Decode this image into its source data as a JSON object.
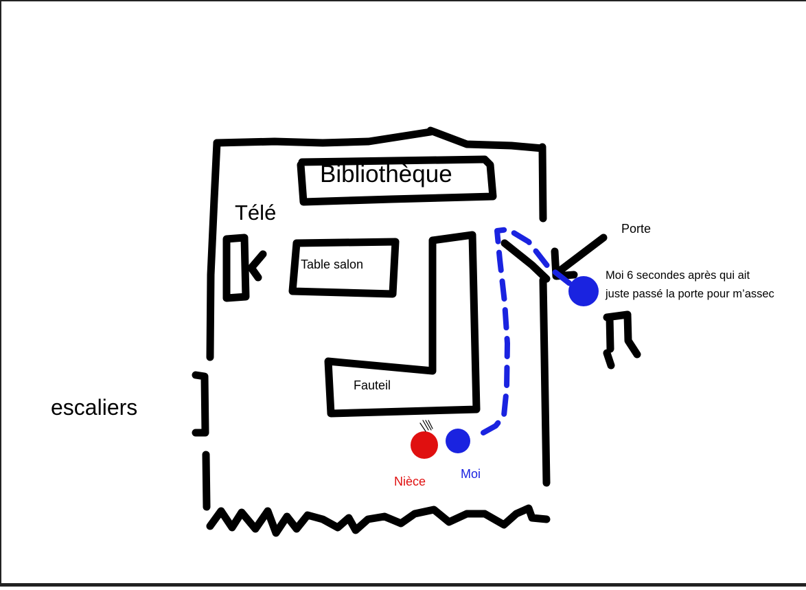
{
  "labels": {
    "bibliotheque": "Bibliothèque",
    "tele": "Télé",
    "table_salon": "Table salon",
    "fauteil": "Fauteil",
    "porte": "Porte",
    "escaliers": "escaliers",
    "niece": "Nièce",
    "moi": "Moi",
    "moi_after_line1": "Moi 6 secondes après qui ait",
    "moi_after_line2": "juste passé la porte pour m’assec"
  },
  "colors": {
    "ink": "#000000",
    "niece": "#e01010",
    "moi": "#1a23e0"
  }
}
